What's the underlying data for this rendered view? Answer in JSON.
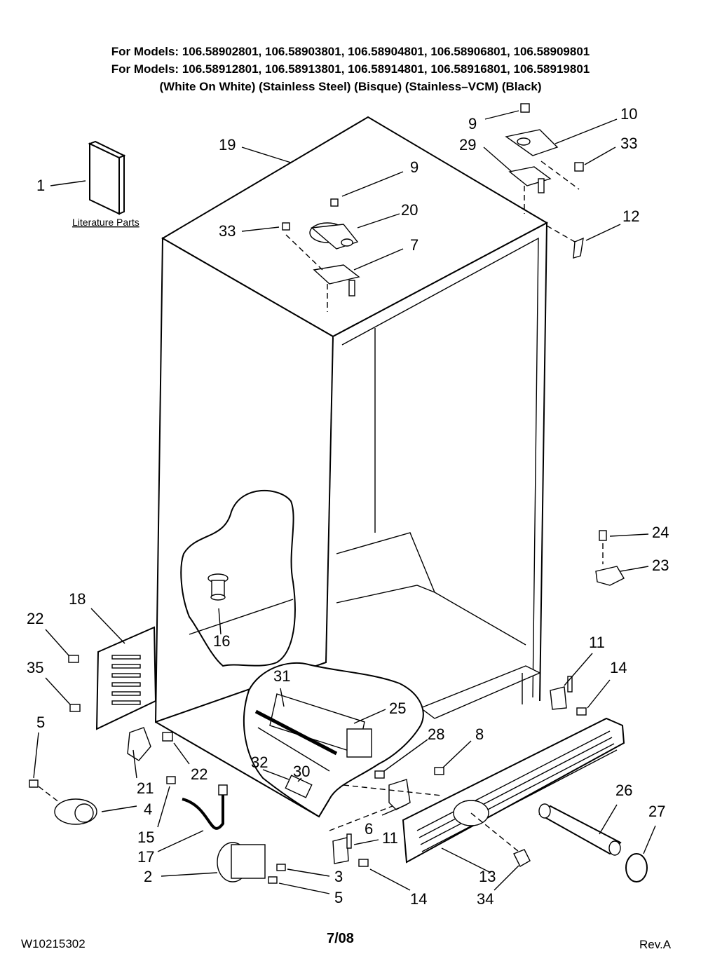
{
  "header": {
    "line1": "For Models: 106.58902801, 106.58903801, 106.58904801, 106.58906801, 106.58909801",
    "line2": "For Models:  106.58912801, 106.58913801, 106.58914801, 106.58916801, 106.58919801",
    "line3": "(White On White) (Stainless Steel) (Bisque)    (Stainless–VCM)    (Black)"
  },
  "literature_label": "Literature Parts",
  "callouts": {
    "c1": "1",
    "c2": "2",
    "c3": "3",
    "c4": "4",
    "c5a": "5",
    "c5b": "5",
    "c6": "6",
    "c7": "7",
    "c8": "8",
    "c9a": "9",
    "c9b": "9",
    "c10": "10",
    "c11a": "11",
    "c11b": "11",
    "c12": "12",
    "c13": "13",
    "c14a": "14",
    "c14b": "14",
    "c15": "15",
    "c16": "16",
    "c17": "17",
    "c18": "18",
    "c19": "19",
    "c20": "20",
    "c21": "21",
    "c22a": "22",
    "c22b": "22",
    "c23": "23",
    "c24": "24",
    "c25": "25",
    "c26": "26",
    "c27": "27",
    "c28": "28",
    "c29": "29",
    "c30": "30",
    "c31": "31",
    "c32": "32",
    "c33a": "33",
    "c33b": "33",
    "c34": "34",
    "c35": "35"
  },
  "footer": {
    "doc_number": "W10215302",
    "date": "7/08",
    "revision": "Rev.A"
  }
}
